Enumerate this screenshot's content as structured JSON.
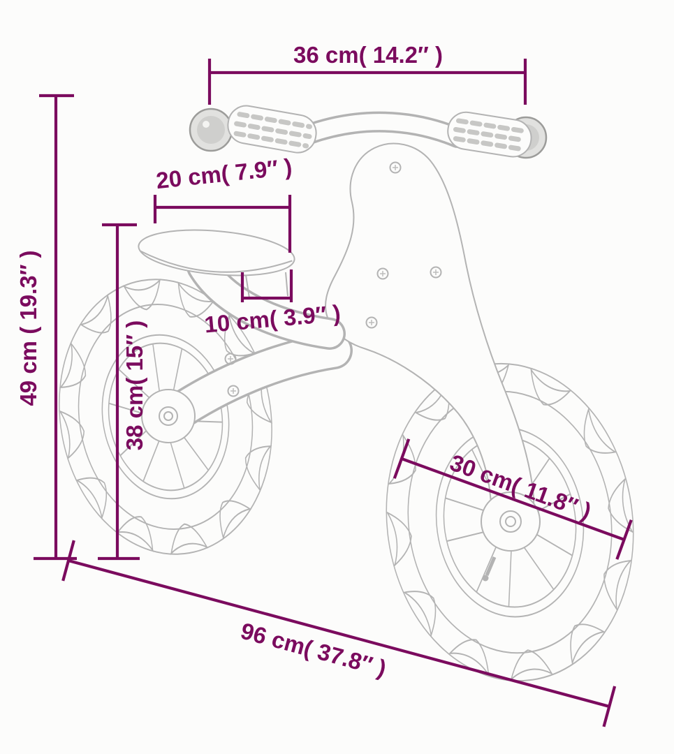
{
  "diagram": {
    "subject": "balance-bike-dimension-drawing",
    "colors": {
      "dimension": "#7b0b5e",
      "line_art": "#b3b3b3",
      "background": "#fcfcfb"
    },
    "dimensions": {
      "handlebar_width": "36 cm( 14.2″ )",
      "seat_length": "20 cm( 7.9″ )",
      "seat_mount_width": "10 cm( 3.9″ )",
      "overall_height": "49 cm ( 19.3″ )",
      "seat_height": "38 cm( 15″ )",
      "wheel_diameter": "30 cm( 11.8″ )",
      "overall_length": "96 cm( 37.8″ )"
    }
  }
}
